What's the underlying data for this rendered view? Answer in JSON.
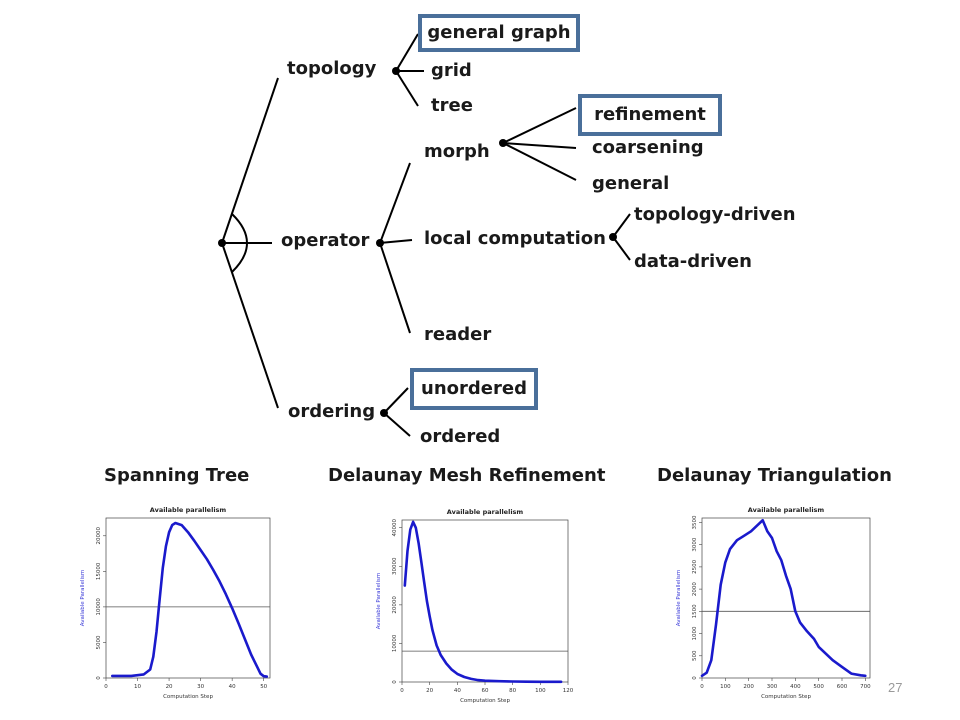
{
  "taxonomy": {
    "topology": {
      "label": "topology",
      "children": [
        "general graph",
        "grid",
        "tree"
      ]
    },
    "operator": {
      "label": "operator",
      "morph": {
        "label": "morph",
        "children": [
          "refinement",
          "coarsening",
          "general"
        ]
      },
      "local_computation": {
        "label": "local computation",
        "children": [
          "topology-driven",
          "data-driven"
        ]
      },
      "reader": "reader"
    },
    "ordering": {
      "label": "ordering",
      "children": [
        "unordered",
        "ordered"
      ]
    },
    "highlighted": [
      "general graph",
      "refinement",
      "unordered"
    ],
    "highlight_color": "#4a6f9a"
  },
  "chart_data": [
    {
      "type": "line",
      "caption": "Spanning Tree",
      "title": "Available parallelism",
      "xlabel": "Computation Step",
      "ylabel": "Available Parallelism",
      "xlim": [
        0,
        52
      ],
      "ylim": [
        0,
        22500
      ],
      "xticks": [
        "0",
        "10",
        "20",
        "30",
        "40",
        "50"
      ],
      "yticks": [
        "0",
        "5000",
        "10000",
        "15000",
        "20000"
      ],
      "threshold": 10000,
      "series_color": "#1a1acc",
      "x": [
        2,
        8,
        12,
        14,
        15,
        16,
        17,
        18,
        19,
        20,
        21,
        22,
        24,
        26,
        28,
        30,
        32,
        34,
        36,
        38,
        40,
        42,
        44,
        46,
        48,
        49,
        50,
        51
      ],
      "y": [
        300,
        300,
        500,
        1200,
        3000,
        6500,
        11000,
        15500,
        18500,
        20500,
        21500,
        21800,
        21500,
        20500,
        19300,
        18000,
        16700,
        15200,
        13600,
        11800,
        9800,
        7700,
        5500,
        3300,
        1500,
        600,
        250,
        200
      ]
    },
    {
      "type": "line",
      "caption": "Delaunay Mesh Refinement",
      "title": "Available parallelism",
      "xlabel": "Computation Step",
      "ylabel": "Available Parallelism",
      "xlim": [
        0,
        120
      ],
      "ylim": [
        0,
        42000
      ],
      "xticks": [
        "0",
        "20",
        "40",
        "60",
        "80",
        "100",
        "120"
      ],
      "yticks": [
        "0",
        "10000",
        "20000",
        "30000",
        "40000"
      ],
      "threshold": 8000,
      "series_color": "#1a1acc",
      "x": [
        2,
        4,
        6,
        8,
        10,
        12,
        14,
        16,
        18,
        20,
        22,
        25,
        28,
        32,
        36,
        40,
        45,
        50,
        55,
        60,
        70,
        80,
        90,
        100,
        115
      ],
      "y": [
        25000,
        34000,
        39500,
        41500,
        40000,
        36000,
        31000,
        26000,
        21000,
        17000,
        13500,
        9500,
        7000,
        4800,
        3200,
        2100,
        1300,
        800,
        500,
        350,
        200,
        120,
        80,
        50,
        40
      ]
    },
    {
      "type": "line",
      "caption": "Delaunay Triangulation",
      "title": "Available parallelism",
      "xlabel": "Computation Step",
      "ylabel": "Available Parallelism",
      "xlim": [
        0,
        720
      ],
      "ylim": [
        0,
        3600
      ],
      "xticks": [
        "0",
        "100",
        "200",
        "300",
        "400",
        "500",
        "600",
        "700"
      ],
      "yticks": [
        "0",
        "500",
        "1000",
        "1500",
        "2000",
        "2500",
        "3000",
        "3500"
      ],
      "threshold": 1500,
      "series_color": "#1a1acc",
      "x": [
        0,
        20,
        40,
        60,
        80,
        100,
        120,
        150,
        180,
        210,
        240,
        260,
        280,
        300,
        320,
        340,
        360,
        380,
        400,
        420,
        450,
        480,
        500,
        530,
        560,
        600,
        640,
        680,
        700
      ],
      "y": [
        50,
        120,
        400,
        1200,
        2100,
        2600,
        2900,
        3100,
        3200,
        3300,
        3450,
        3550,
        3300,
        3150,
        2850,
        2650,
        2300,
        2000,
        1500,
        1250,
        1050,
        880,
        700,
        550,
        400,
        250,
        100,
        60,
        50
      ]
    }
  ],
  "page_number": "27"
}
